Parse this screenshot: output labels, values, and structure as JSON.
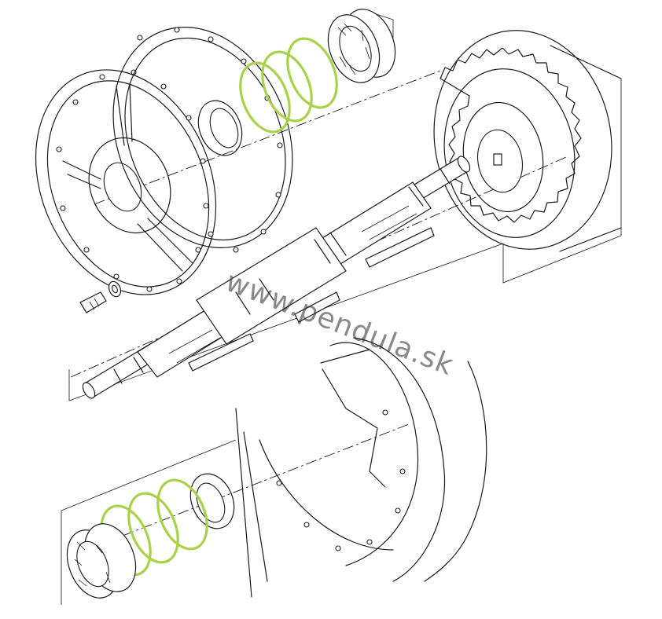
{
  "watermark": {
    "text": "www.pendula.sk"
  },
  "colors": {
    "highlight": "#a8d24a",
    "line": "#1a1a1a",
    "background": "#ffffff"
  },
  "parts": [
    "flange-cover-front",
    "flange-cover-rear",
    "bearing-upper",
    "seal-upper",
    "spacer-rings-upper",
    "gear-wheel",
    "shaft",
    "keys",
    "bolt",
    "washer",
    "housing",
    "bearing-lower",
    "seal-lower",
    "spacer-rings-lower"
  ]
}
